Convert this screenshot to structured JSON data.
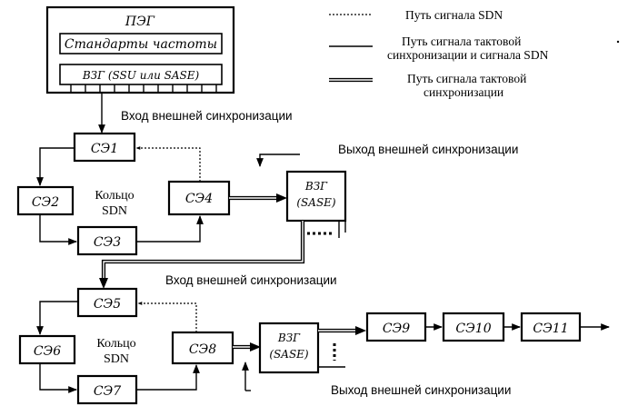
{
  "peg": {
    "title": "ПЭГ",
    "freq_standards": "Стандарты частоты",
    "vzg": "ВЗГ (SSU или SASE)"
  },
  "elements": {
    "se1": "СЭ1",
    "se2": "СЭ2",
    "se3": "СЭ3",
    "se4": "СЭ4",
    "se5": "СЭ5",
    "se6": "СЭ6",
    "se7": "СЭ7",
    "se8": "СЭ8",
    "se9": "СЭ9",
    "se10": "СЭ10",
    "se11": "СЭ11"
  },
  "vzg_node": {
    "line1": "ВЗГ",
    "line2": "(SASE)"
  },
  "ring_label": {
    "line1": "Кольцо",
    "line2": "SDN"
  },
  "ext_sync_in": "Вход внешней синхронизации",
  "ext_sync_out": "Выход внешней синхронизации",
  "legend": {
    "sdn": "Путь сигнала SDN",
    "clock_and_sdn_line1": "Путь сигнала тактовой",
    "clock_and_sdn_line2": "синхронизации и сигнала SDN",
    "clock_line1": "Путь сигнала тактовой",
    "clock_line2": "синхронизации"
  }
}
